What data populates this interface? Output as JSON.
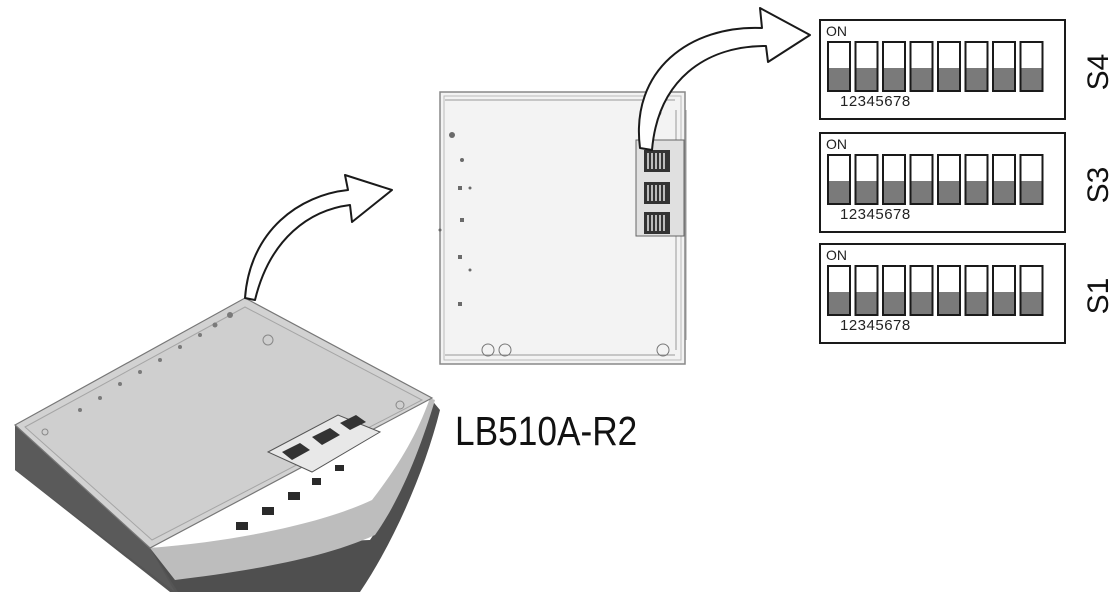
{
  "product": {
    "model_label": "LB510A-R2"
  },
  "switch_banks": [
    {
      "name": "S4",
      "on_label": "ON",
      "numbers": [
        "1",
        "2",
        "3",
        "4",
        "5",
        "6",
        "7",
        "8"
      ]
    },
    {
      "name": "S3",
      "on_label": "ON",
      "numbers": [
        "1",
        "2",
        "3",
        "4",
        "5",
        "6",
        "7",
        "8"
      ]
    },
    {
      "name": "S1",
      "on_label": "ON",
      "numbers": [
        "1",
        "2",
        "3",
        "4",
        "5",
        "6",
        "7",
        "8"
      ]
    }
  ],
  "colors": {
    "line": "#1a1a1a",
    "switch_fill": "#7a7a7a",
    "box_dark": "#5e5e5e",
    "box_top": "#d4d4d4"
  }
}
